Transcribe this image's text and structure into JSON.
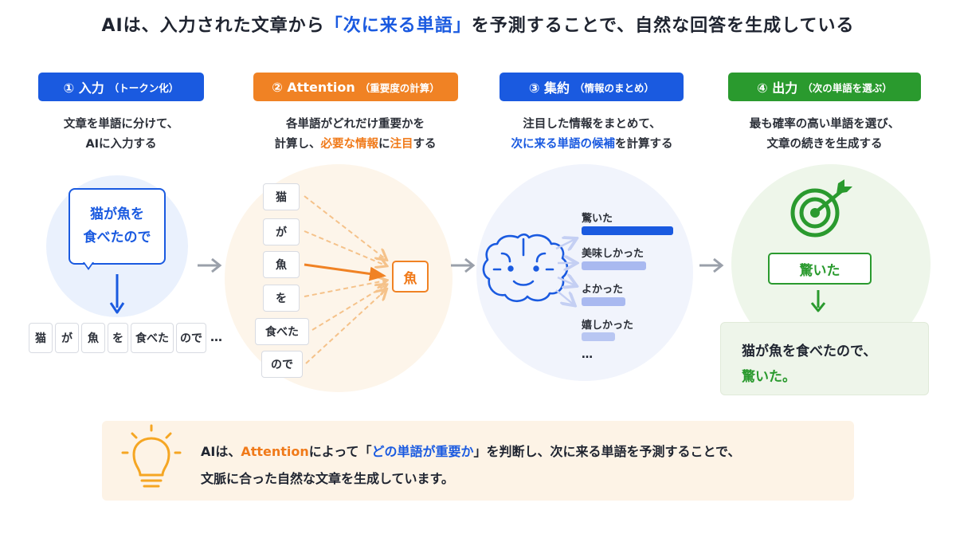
{
  "title": {
    "part1": "AIは、入力された文章から",
    "highlight": "「次に来る単語」",
    "part2": "を予測することで、自然な回答を生成している"
  },
  "steps": [
    {
      "badge": "① 入力",
      "badge_sub": "（トークン化）",
      "color": "#1a5ae0",
      "desc_line1": "文章を単語に分けて、",
      "desc_line2": "AIに入力する"
    },
    {
      "badge": "② Attention",
      "badge_sub": "（重要度の計算）",
      "color": "#f08224",
      "desc_line1": "各単語がどれだけ重要かを",
      "desc_line2_a": "計算し、",
      "desc_line2_b": "必要な情報",
      "desc_line2_c": "に",
      "desc_line2_d": "注目",
      "desc_line2_e": "する"
    },
    {
      "badge": "③ 集約",
      "badge_sub": "（情報のまとめ）",
      "color": "#1a5ae0",
      "desc_line1": "注目した情報をまとめて、",
      "desc_line2_a": "次に来る単語の候補",
      "desc_line2_b": "を計算する"
    },
    {
      "badge": "④ 出力",
      "badge_sub": "（次の単語を選ぶ）",
      "color": "#2a9a2e",
      "desc_line1": "最も確率の高い単語を選び、",
      "desc_line2": "文章の続きを生成する"
    }
  ],
  "input": {
    "bubble_line1": "猫が魚を",
    "bubble_line2": "食べたので",
    "tokens": [
      "猫",
      "が",
      "魚",
      "を",
      "食べた",
      "ので"
    ],
    "ellipsis": "…"
  },
  "attention": {
    "tokens": [
      "猫",
      "が",
      "魚",
      "を",
      "食べた",
      "ので"
    ],
    "target": "魚",
    "focused_token": "魚"
  },
  "aggregation": {
    "candidates": [
      {
        "label": "驚いた",
        "score": 1.0,
        "color": "#1a5ae0"
      },
      {
        "label": "美味しかった",
        "score": 0.7,
        "color": "#a9b9f0"
      },
      {
        "label": "よかった",
        "score": 0.48,
        "color": "#a9b9f0"
      },
      {
        "label": "嬉しかった",
        "score": 0.36,
        "color": "#b8c6f2"
      }
    ],
    "ellipsis": "…"
  },
  "output": {
    "result": "驚いた",
    "final_line1": "猫が魚を食べたので、",
    "final_line2": "驚いた。"
  },
  "footer": {
    "a1": "AIは、",
    "a2": "Attention",
    "a3": "によって「",
    "a4": "どの単語が重要か",
    "a5": "」を判断し、次に来る単語を予測することで、",
    "line2": "文脈に合った自然な文章を生成しています。"
  },
  "colors": {
    "blue": "#1a5ae0",
    "orange": "#f08224",
    "green": "#2a9a2e",
    "gray_arrow": "#9aa0aa"
  },
  "icons": {
    "brain": "brain-icon",
    "target": "target-icon",
    "bulb": "lightbulb-icon"
  }
}
